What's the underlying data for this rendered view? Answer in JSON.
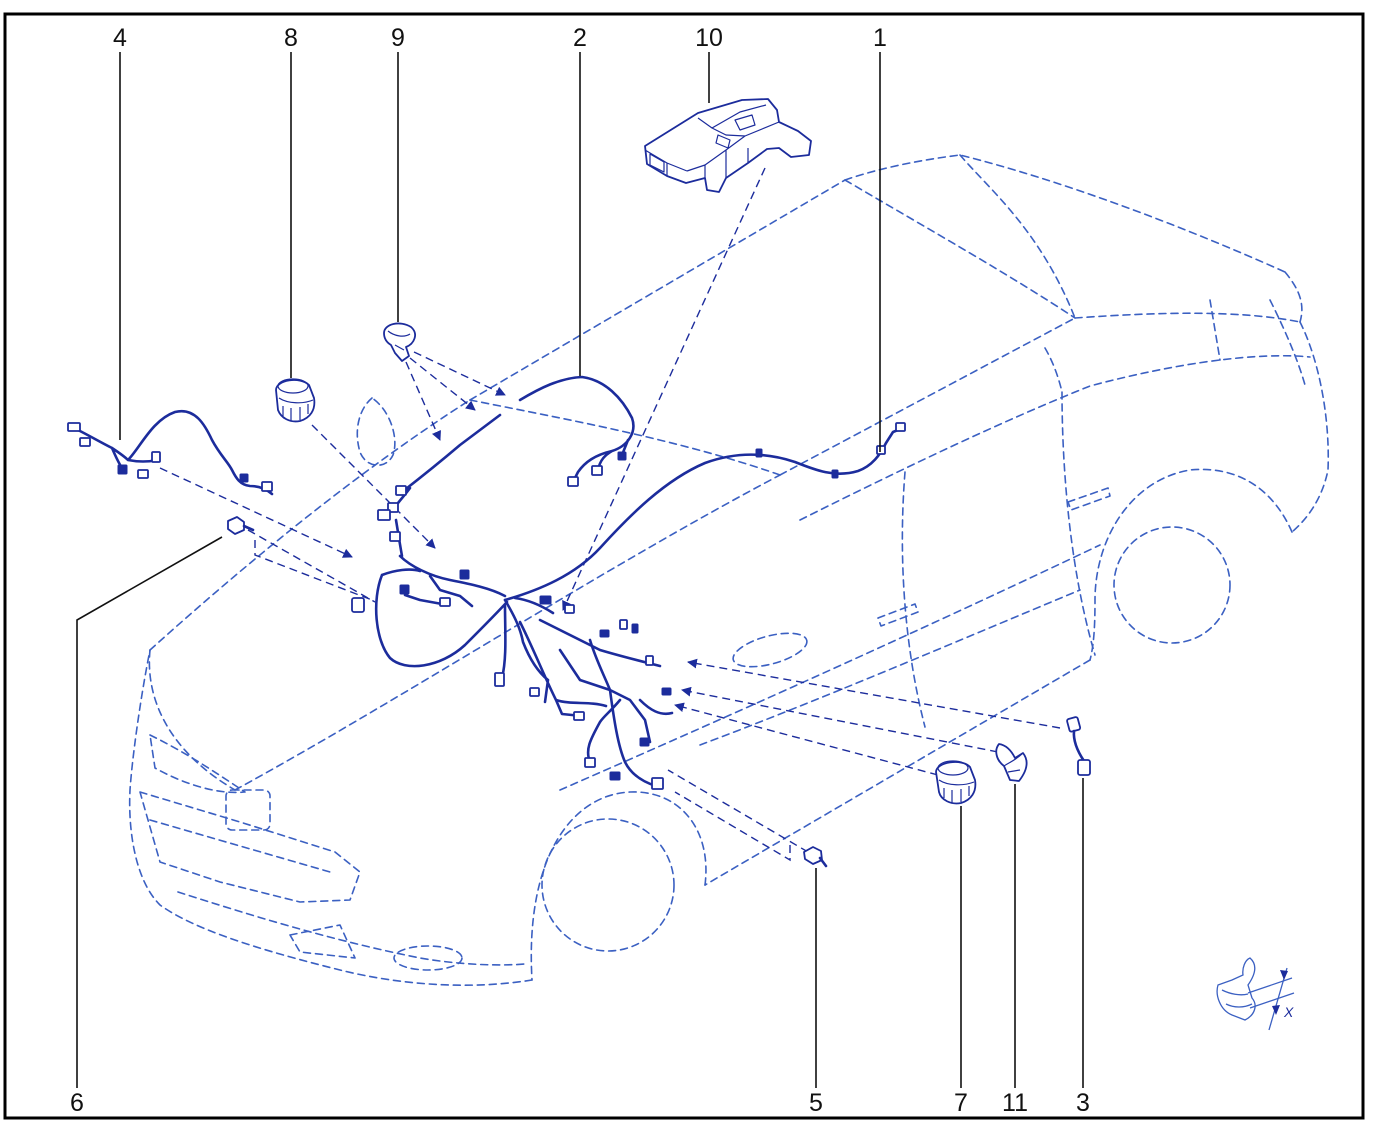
{
  "callouts": {
    "top": [
      "4",
      "8",
      "9",
      "2",
      "10",
      "1"
    ],
    "bottom": [
      "6",
      "5",
      "7",
      "11",
      "3"
    ]
  },
  "inset": {
    "dimension_label": "X"
  },
  "colors": {
    "harness": "#1c2c9c",
    "outline": "#3b60c2",
    "callout": "#111111",
    "frame": "#000000"
  }
}
